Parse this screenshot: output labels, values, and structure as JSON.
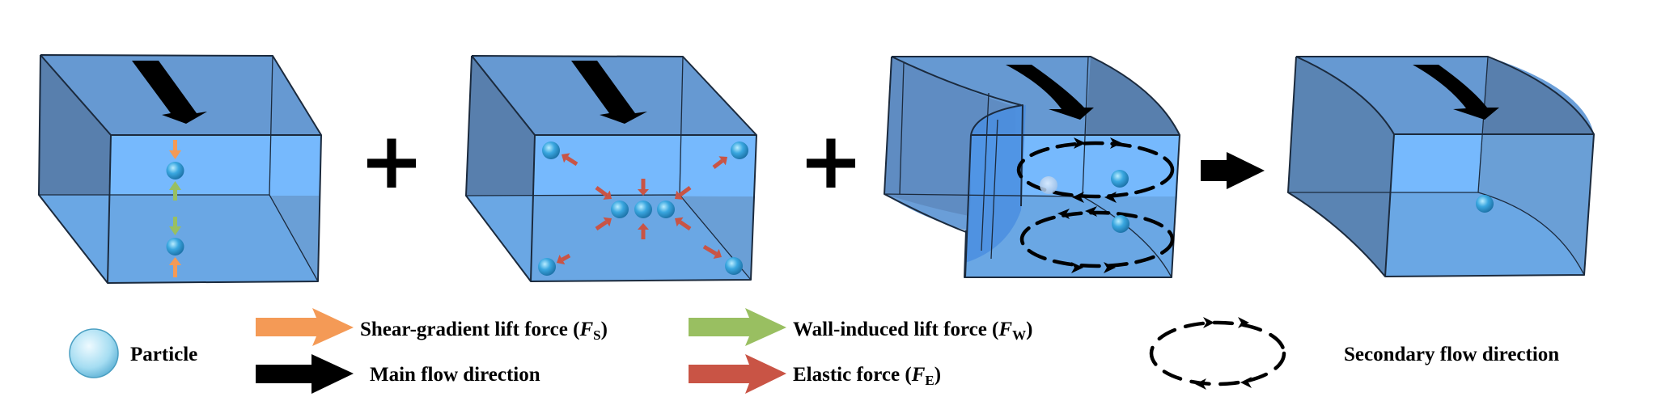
{
  "figure": {
    "panels": [
      {
        "id": "straight-inertial",
        "description": "Straight channel with shear-gradient and wall-induced lift forces",
        "particles": 2
      },
      {
        "id": "straight-elastic",
        "description": "Straight channel with elastic force focusing particles to center and corners",
        "particles": 7
      },
      {
        "id": "curved-secondary-flow",
        "description": "Curved channel with Dean secondary flow vortices",
        "particles": 3
      },
      {
        "id": "combined-result",
        "description": "Curved channel result with single focused particle",
        "particles": 1
      }
    ],
    "operators": [
      "+",
      "+",
      "→"
    ]
  },
  "colors": {
    "channel_top": "#6699d2",
    "channel_front": "#76b9fd",
    "channel_side": "#587fad",
    "channel_bottom": "#6aa7e4",
    "shear_force": "#f49a56",
    "wall_force": "#99bf61",
    "elastic_force": "#c95445",
    "main_flow": "#000000",
    "particle": "#3aa3dc"
  },
  "legend": {
    "particle": "Particle",
    "shear": {
      "label": "Shear-gradient lift force (",
      "sym": "F",
      "sub": "S",
      "close": ")"
    },
    "main_flow": "Main flow direction",
    "wall": {
      "label": "Wall-induced lift force (",
      "sym": "F",
      "sub": "W",
      "close": ")"
    },
    "elastic": {
      "label": "Elastic force (",
      "sym": "F",
      "sub": "E",
      "close": ")"
    },
    "secondary": "Secondary flow direction"
  }
}
